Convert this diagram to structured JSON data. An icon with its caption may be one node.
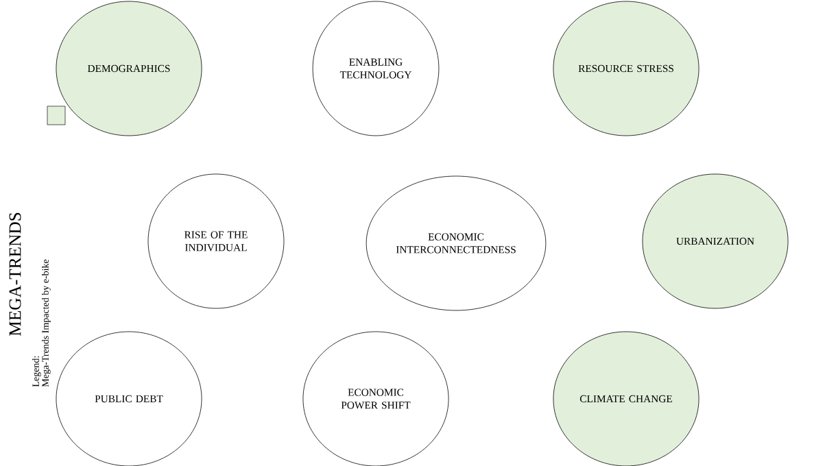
{
  "diagram": {
    "title": "MEGA-TRENDS",
    "nodes": [
      {
        "text": [
          "DEMOGRAPHICS"
        ]
      },
      {
        "text": [
          "ENABLING TECHNOLOGY"
        ]
      },
      {
        "text": [
          "RESOURCE STRESS"
        ]
      },
      {
        "text": [
          "RISE OF THE INDIVIDUAL"
        ]
      },
      {
        "text": [
          "ECONOMIC INTERCONNECTEDNESS"
        ]
      },
      {
        "text": [
          "URBANIZATION"
        ]
      },
      {
        "text": [
          "PUBLIC DEBT"
        ]
      },
      {
        "text": [
          "ECONOMIC POWER SHIFT"
        ]
      },
      {
        "text": [
          "CLIMATE CHANGE"
        ]
      }
    ],
    "labels": [
      "Legend:"
    ],
    "legend": [
      {
        "text": "Mega-Trends Impacted by e-bike",
        "color": "#e2efda"
      }
    ]
  }
}
